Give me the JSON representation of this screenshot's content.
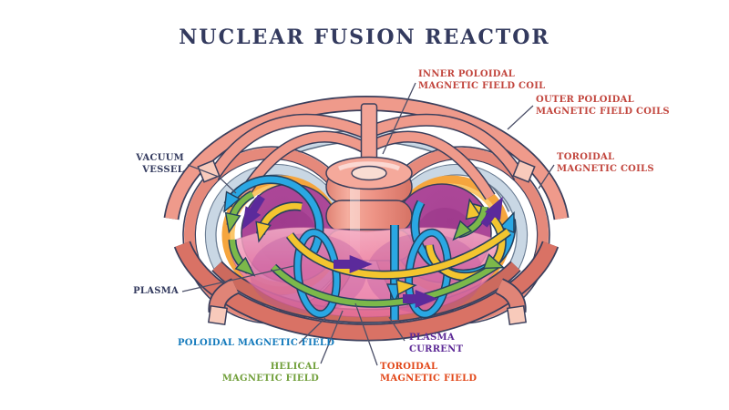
{
  "title": "NUCLEAR FUSION REACTOR",
  "labels": {
    "inner_poloidal": {
      "text": "INNER POLOIDAL\nMAGNETIC FIELD COIL",
      "color": "#c2463e"
    },
    "outer_poloidal": {
      "text": "OUTER POLOIDAL\nMAGNETIC FIELD COILS",
      "color": "#c2463e"
    },
    "toroidal_coils": {
      "text": "TOROIDAL\nMAGNETIC COILS",
      "color": "#c2463e"
    },
    "vacuum_vessel": {
      "text": "VACUUM\nVESSEL",
      "color": "#333a5e"
    },
    "plasma": {
      "text": "PLASMA",
      "color": "#333a5e"
    },
    "poloidal_field": {
      "text": "POLOIDAL MAGNETIC FIELD",
      "color": "#147abc"
    },
    "helical_field": {
      "text": "HELICAL\nMAGNETIC FIELD",
      "color": "#72a03c"
    },
    "toroidal_field": {
      "text": "TOROIDAL\nMAGNETIC FIELD",
      "color": "#e2481a"
    },
    "plasma_current": {
      "text": "PLASMA\nCURRENT",
      "color": "#5e2b97"
    }
  },
  "field_arrow_colors": {
    "poloidal_magnetic_field": "#2aa7e3",
    "toroidal_magnetic_field": "#f3c52f",
    "helical_magnetic_field": "#7cb84a",
    "plasma_current": "#5b2a9b"
  },
  "structure_colors": {
    "coil_salmon": "#ee9486",
    "coil_salmon_dark": "#d97265",
    "coil_salmon_light": "#f8cabb",
    "vacuum_vessel_bluegrey": "#c9d7e4",
    "blanket_orange": "#f5a53e",
    "plasma_magenta": "#b04d9e",
    "plasma_surface_pink": "#ee86ad",
    "outline_navy": "#3b3f5c",
    "title_navy": "#333a5e"
  }
}
